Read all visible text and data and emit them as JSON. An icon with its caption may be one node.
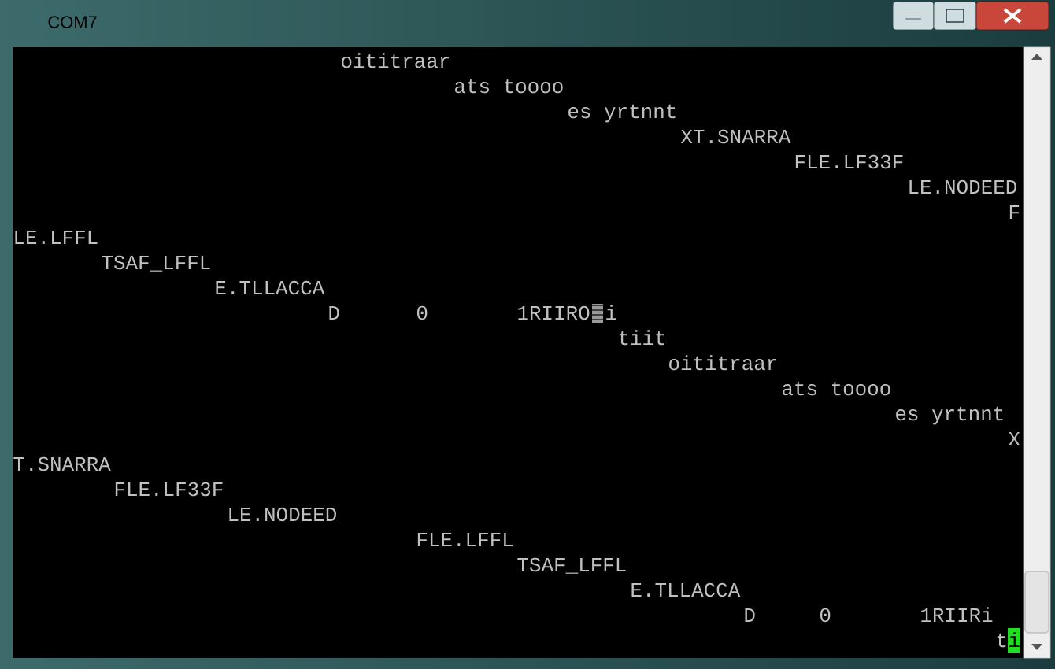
{
  "diagram": {
    "title": "COM7",
    "labels": [
      "oititraar",
      "ats toooo",
      "es yrtnnt",
      "XT.SNARRA",
      "FLE.LF33F",
      "LE.NODEED",
      "F",
      "LE.LFFL",
      "TSAF_LFFL",
      "E.TLLACCA",
      "D",
      "0",
      "1RIIRO",
      "i",
      "tiit",
      "oititraar",
      "ats toooo",
      "es yrtnnt",
      "X",
      "T.SNARRA",
      "FLE.LF33F",
      "LE.NODEED",
      "FLE.LFFL",
      "TSAF_LFFL",
      "E.TLLACCA",
      "D",
      "0",
      "1RIIRi",
      "t",
      "i"
    ]
  }
}
